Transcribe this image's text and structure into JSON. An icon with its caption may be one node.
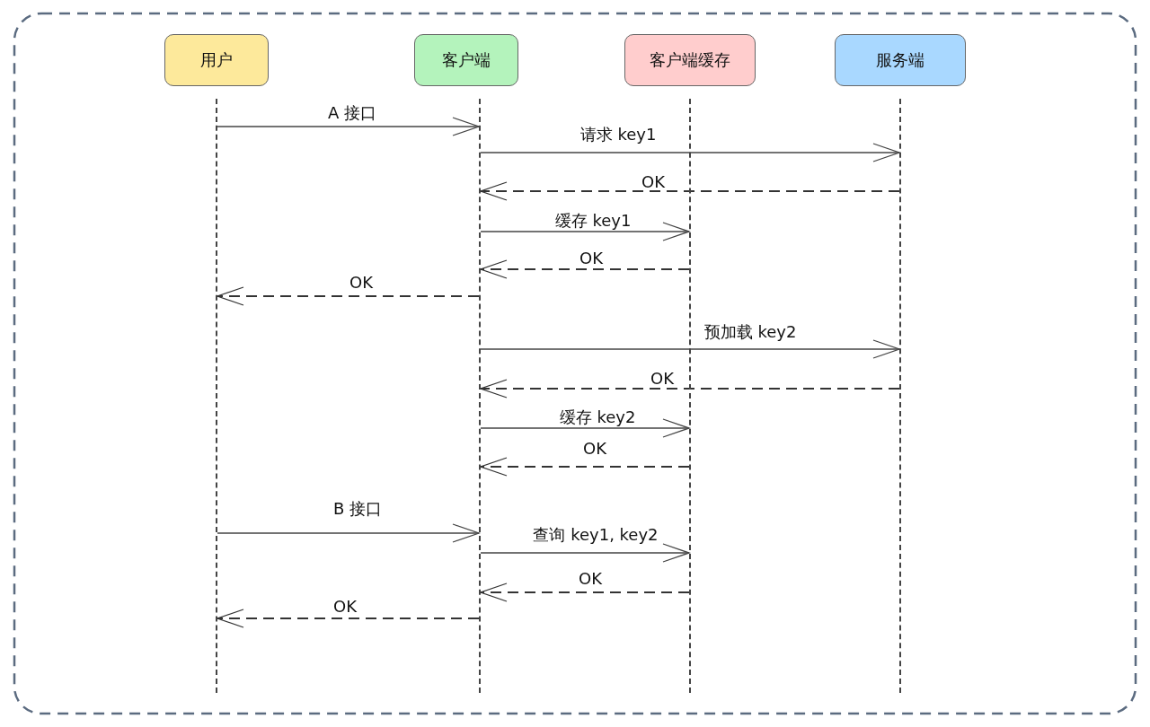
{
  "diagram": {
    "nodes": [
      {
        "text": [
          "用户"
        ]
      },
      {
        "text": [
          "客户端"
        ]
      },
      {
        "text": [
          "客户端缓存"
        ]
      },
      {
        "text": [
          "服务端"
        ]
      },
      {
        "text": [],
        "shape": "line"
      },
      {
        "text": [],
        "shape": "line"
      },
      {
        "text": [],
        "shape": "line"
      },
      {
        "text": [],
        "shape": "line"
      }
    ],
    "edges": [
      {
        "from": 4,
        "to": 5,
        "arrow": "to",
        "label": "A 接口"
      },
      {
        "from": 5,
        "to": 7,
        "arrow": "to",
        "label": "请求 key1"
      },
      {
        "from": 7,
        "to": 5,
        "arrow": "to",
        "label": "OK",
        "style": "dashed"
      },
      {
        "from": 5,
        "to": 6,
        "arrow": "to",
        "label": "缓存 key1"
      },
      {
        "from": 6,
        "to": 5,
        "arrow": "to",
        "label": "OK",
        "style": "dashed"
      },
      {
        "from": 5,
        "to": 4,
        "arrow": "to",
        "label": "OK",
        "style": "dashed"
      },
      {
        "from": 5,
        "to": 7,
        "arrow": "to",
        "label": "预加载 key2"
      },
      {
        "from": 7,
        "to": 5,
        "arrow": "to",
        "label": "OK",
        "style": "dashed"
      },
      {
        "from": 5,
        "to": 6,
        "arrow": "to",
        "label": "缓存 key2"
      },
      {
        "from": 6,
        "to": 5,
        "arrow": "to",
        "label": "OK",
        "style": "dashed"
      },
      {
        "from": 4,
        "to": 5,
        "arrow": "to",
        "label": "B 接口"
      },
      {
        "from": 5,
        "to": 6,
        "arrow": "to",
        "label": "查询 key1, key2"
      },
      {
        "from": 6,
        "to": 5,
        "arrow": "to",
        "label": "OK",
        "style": "dashed"
      },
      {
        "from": 5,
        "to": 4,
        "arrow": "to",
        "label": "OK",
        "style": "dashed"
      }
    ]
  }
}
